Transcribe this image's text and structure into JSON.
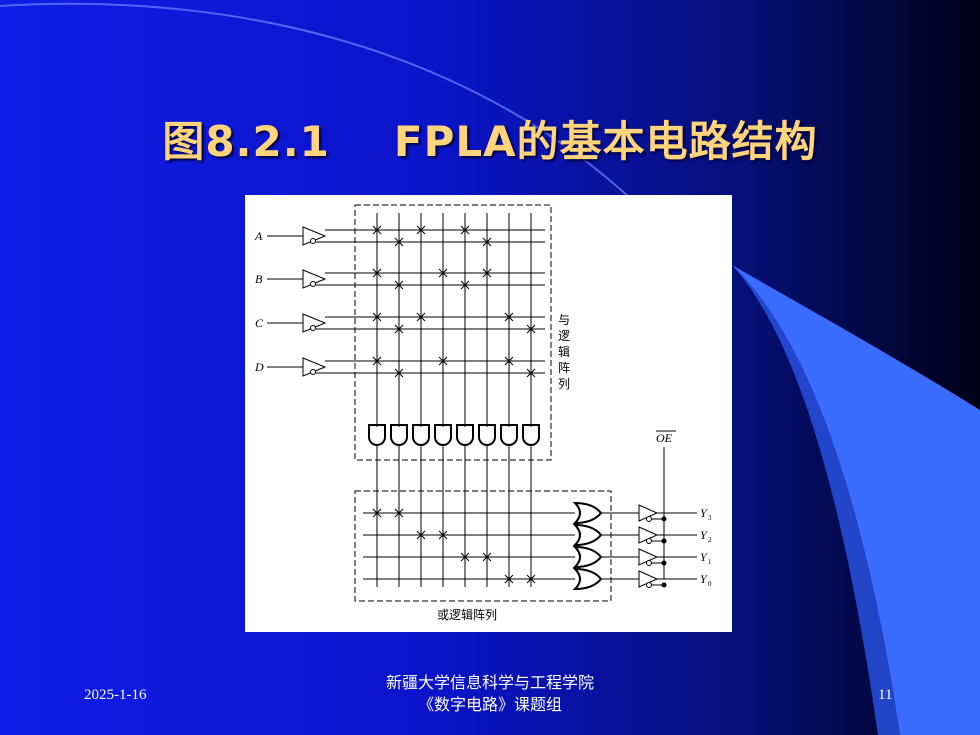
{
  "slide": {
    "title_num": "图8.2.1",
    "title_text": "FPLA的基本电路结构",
    "footer_date": "2025-1-16",
    "footer_line1": "新疆大学信息科学与工程学院",
    "footer_line2": "《数字电路》课题组",
    "page_number": "11"
  },
  "diagram": {
    "inputs": [
      "A",
      "B",
      "C",
      "D"
    ],
    "outputs": [
      "Y",
      "Y",
      "Y",
      "Y"
    ],
    "output_subscripts": [
      "3",
      "2",
      "1",
      "0"
    ],
    "oe_label": "OE",
    "and_array_label": [
      "与",
      "逻",
      "辑",
      "阵",
      "列"
    ],
    "or_array_label": "或逻辑阵列",
    "and_connections": [
      [
        [
          0,
          0
        ],
        [
          0,
          2
        ],
        [
          0,
          4
        ]
      ],
      [
        [
          1,
          1
        ],
        [
          1,
          5
        ]
      ],
      [
        [
          2,
          0
        ],
        [
          2,
          3
        ],
        [
          2,
          5
        ]
      ],
      [
        [
          3,
          1
        ],
        [
          3,
          4
        ]
      ],
      [
        [
          4,
          0
        ],
        [
          4,
          2
        ],
        [
          4,
          6
        ]
      ],
      [
        [
          5,
          1
        ],
        [
          5,
          7
        ]
      ],
      [
        [
          6,
          0
        ],
        [
          6,
          3
        ],
        [
          6,
          6
        ]
      ],
      [
        [
          7,
          1
        ],
        [
          7,
          7
        ]
      ]
    ],
    "or_connections": [
      [
        0,
        1
      ],
      [
        2,
        3
      ],
      [
        4,
        5
      ],
      [
        6,
        7
      ]
    ],
    "colors": {
      "background_start": "#0f1ce6",
      "title": "#ffd47a",
      "accent": "#3a6cff"
    }
  }
}
